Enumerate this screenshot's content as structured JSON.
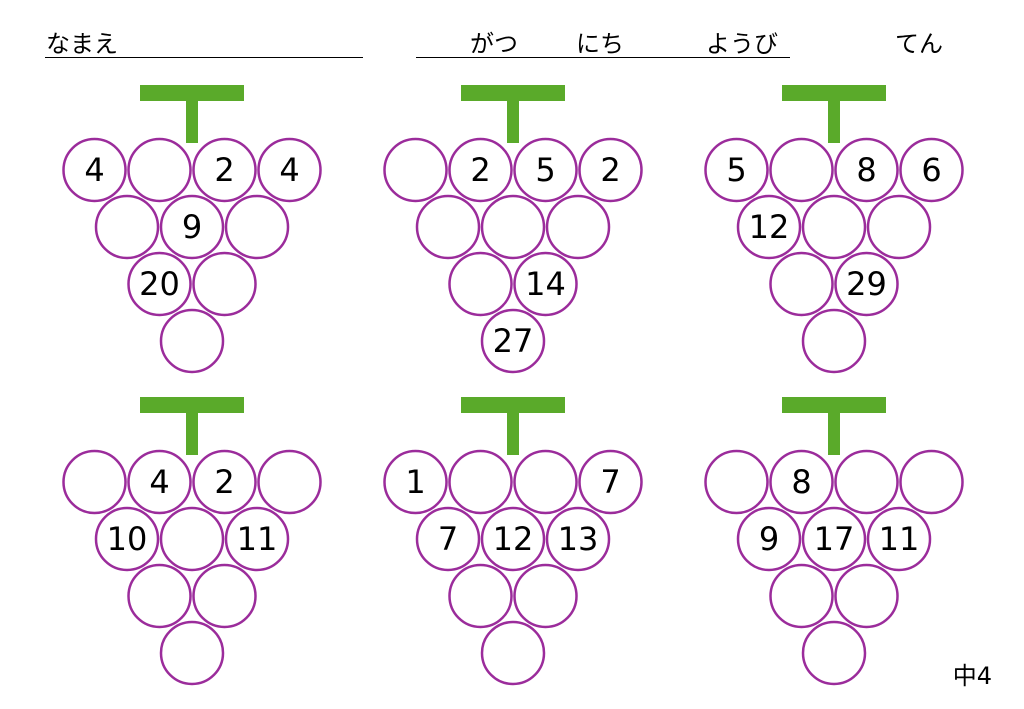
{
  "header": {
    "name_label": "なまえ",
    "month_label": "がつ",
    "day_label": "にち",
    "weekday_label": "ようび",
    "score_label": "てん"
  },
  "footer": {
    "code": "中4"
  },
  "colors": {
    "stem": "#5aaa2a",
    "circle": "#9b2c9b"
  },
  "puzzles": [
    {
      "rows": [
        [
          "4",
          "",
          "2",
          "4"
        ],
        [
          "",
          "9",
          ""
        ],
        [
          "20",
          ""
        ],
        [
          ""
        ]
      ]
    },
    {
      "rows": [
        [
          "",
          "2",
          "5",
          "2"
        ],
        [
          "",
          "",
          ""
        ],
        [
          "",
          "14"
        ],
        [
          "27"
        ]
      ]
    },
    {
      "rows": [
        [
          "5",
          "",
          "8",
          "6"
        ],
        [
          "12",
          "",
          ""
        ],
        [
          "",
          "29"
        ],
        [
          ""
        ]
      ]
    },
    {
      "rows": [
        [
          "",
          "4",
          "2",
          ""
        ],
        [
          "10",
          "",
          "11"
        ],
        [
          "",
          ""
        ],
        [
          ""
        ]
      ]
    },
    {
      "rows": [
        [
          "1",
          "",
          "",
          "7"
        ],
        [
          "7",
          "12",
          "13"
        ],
        [
          "",
          ""
        ],
        [
          ""
        ]
      ]
    },
    {
      "rows": [
        [
          "",
          "8",
          "",
          ""
        ],
        [
          "9",
          "17",
          "11"
        ],
        [
          "",
          ""
        ],
        [
          ""
        ]
      ]
    }
  ]
}
